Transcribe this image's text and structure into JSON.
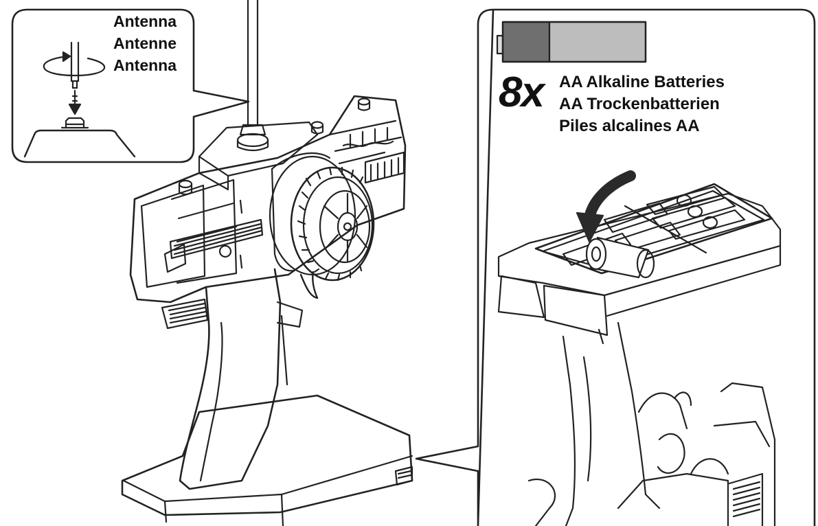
{
  "antenna_callout": {
    "labels": [
      "Antenna",
      "Antenne",
      "Antenna"
    ]
  },
  "battery_callout": {
    "count": "8x",
    "labels": [
      "AA Alkaline Batteries",
      "AA Trockenbatterien",
      "Piles alcalines AA"
    ]
  }
}
